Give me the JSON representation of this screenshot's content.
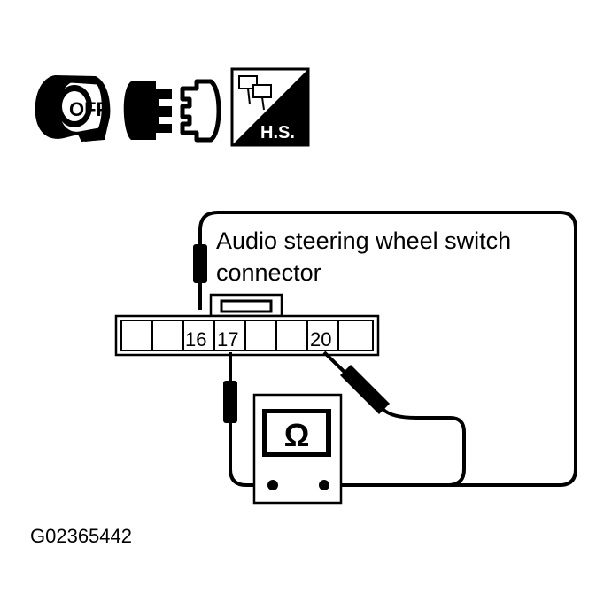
{
  "icons": {
    "ignition_off": {
      "name": "ignition-key-off-icon",
      "text": "OFF"
    },
    "disconnect": {
      "name": "connector-disconnect-icon"
    },
    "harness": {
      "name": "harness-side-icon",
      "text": "H.S."
    }
  },
  "connector": {
    "title_line1": "Audio steering wheel switch",
    "title_line2": "connector",
    "pins": [
      "16",
      "17",
      "20"
    ]
  },
  "meter": {
    "symbol": "Ω",
    "name": "ohmmeter"
  },
  "figure_id": "G02365442",
  "colors": {
    "ink": "#000000",
    "paper": "#ffffff"
  }
}
